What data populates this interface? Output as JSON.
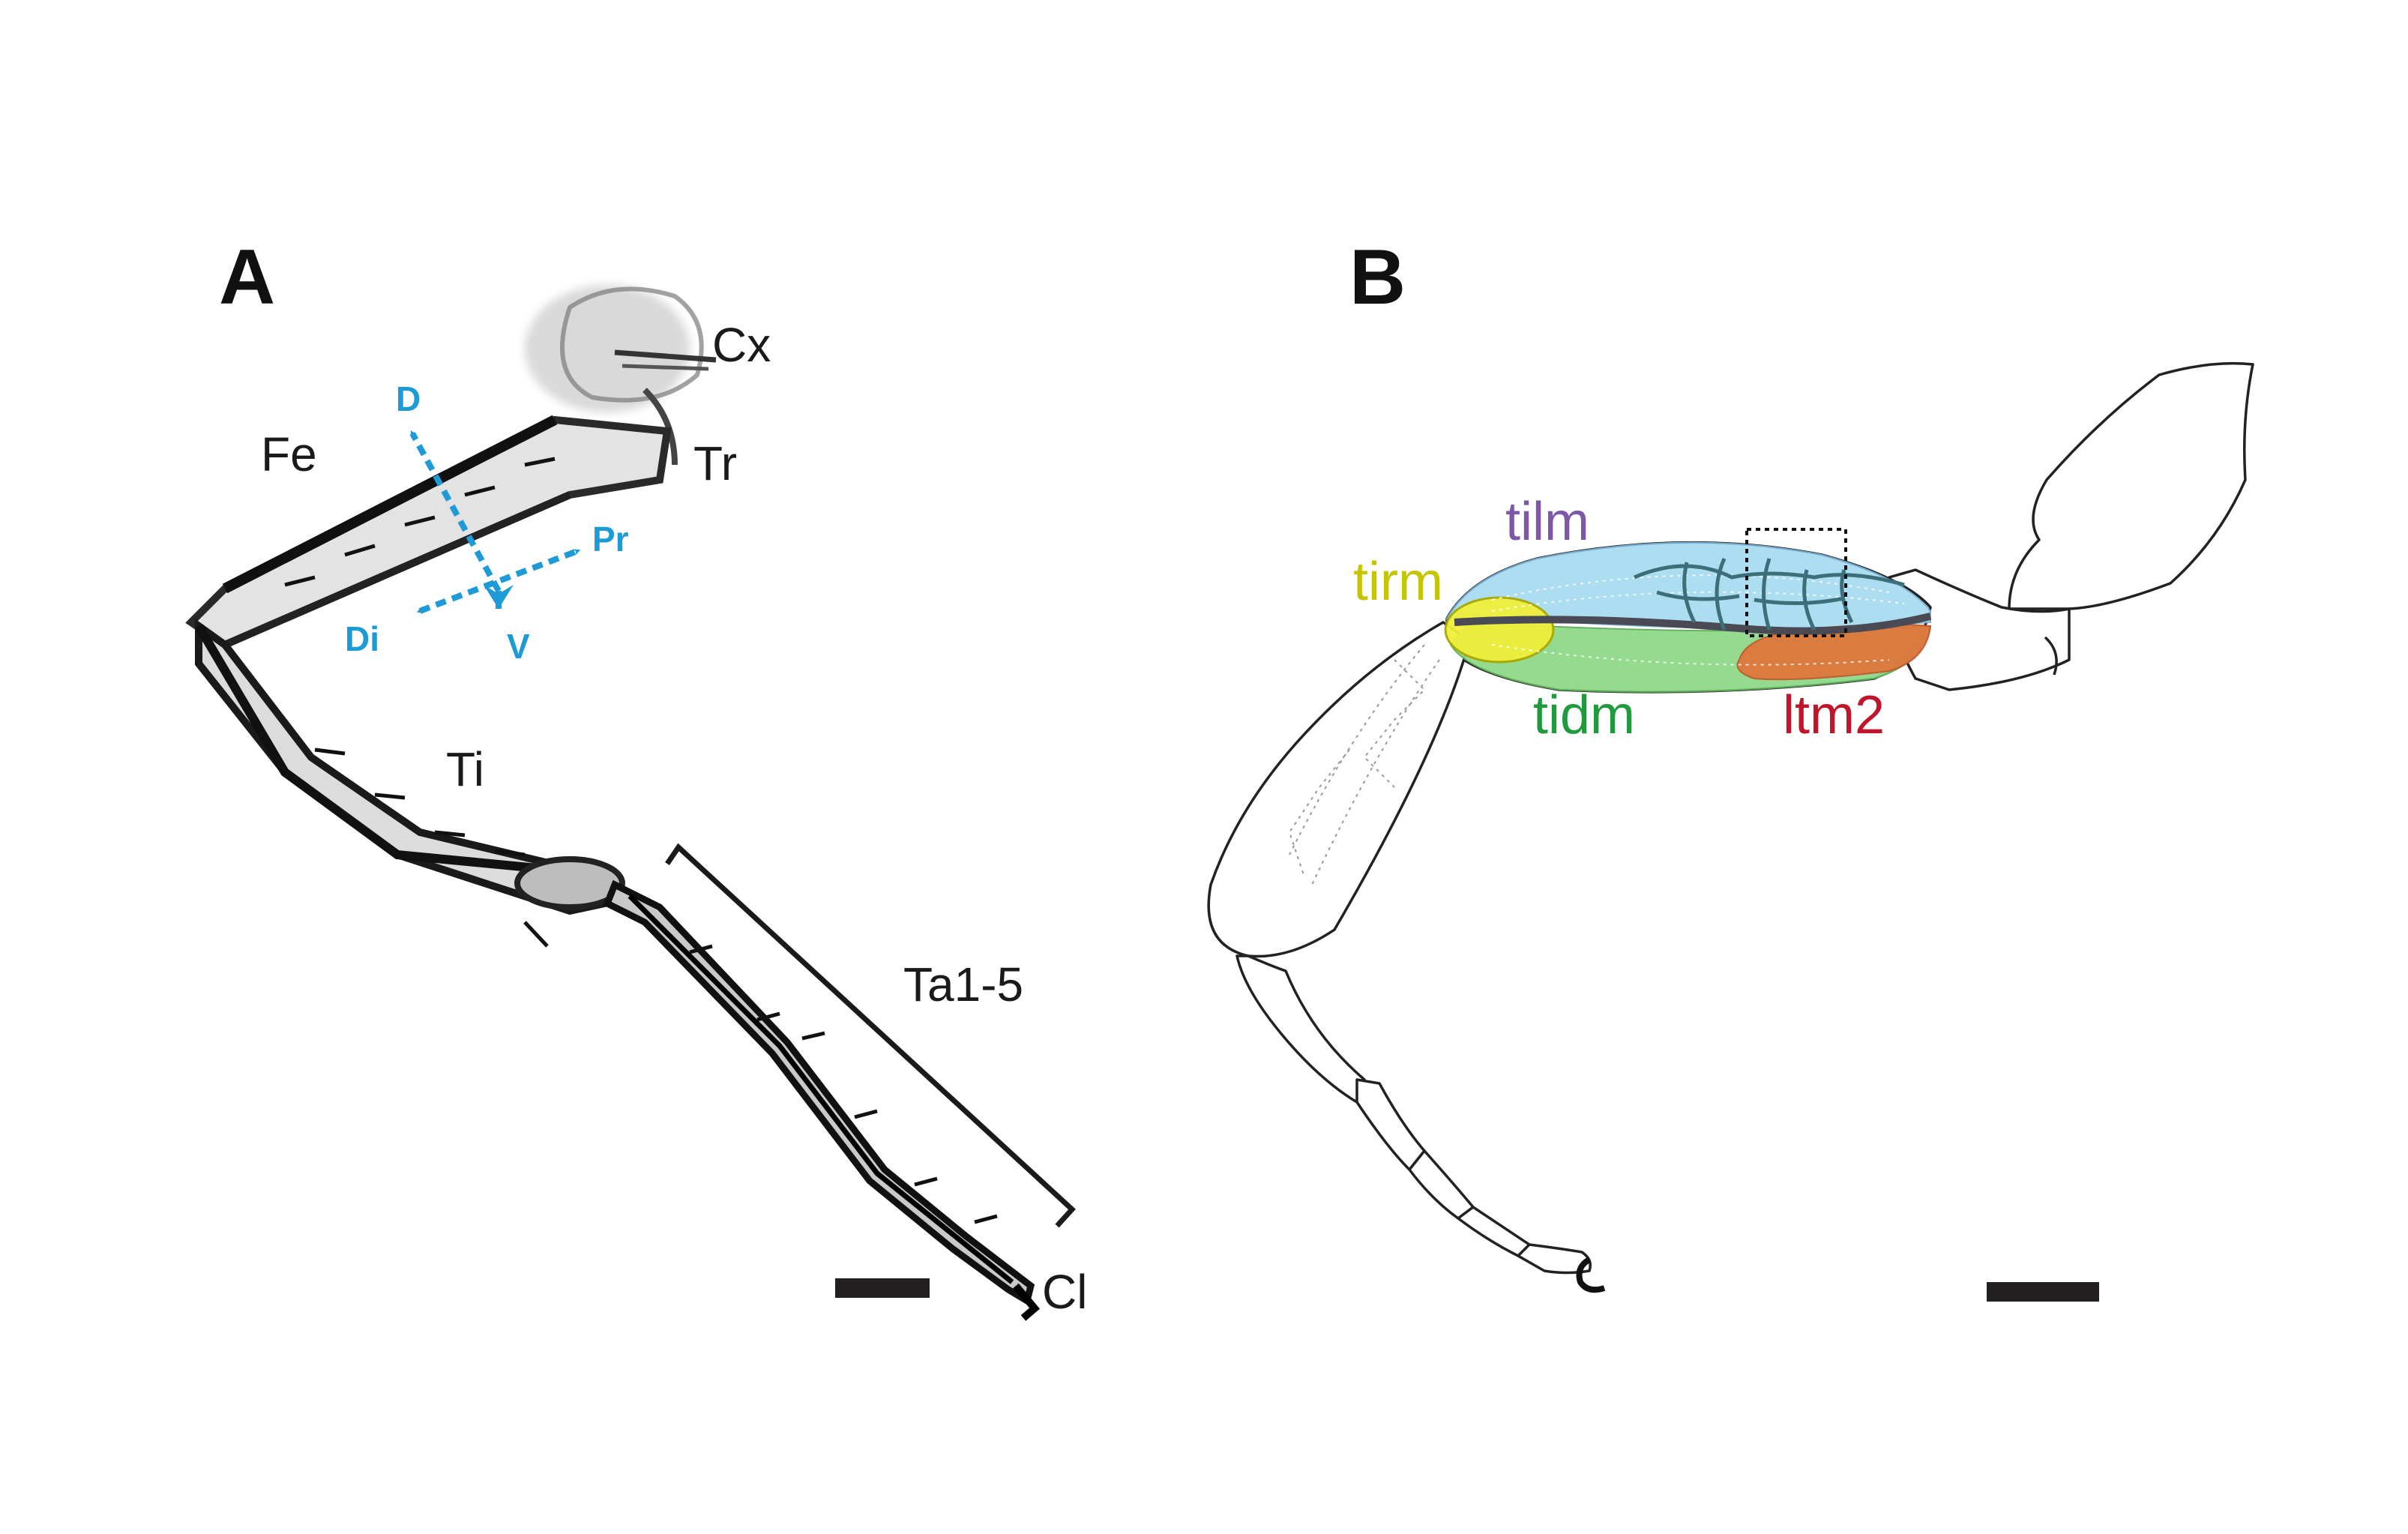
{
  "colors": {
    "axis_blue": "#1e9ad6",
    "tilm": "#7d57a8",
    "tirm": "#c6c600",
    "tidm": "#1f9a3c",
    "ltm2": "#c0162b",
    "tilm_fill": "#a9dcf1",
    "tirm_fill": "#f0ef3a",
    "tidm_fill": "#8fd98a",
    "ltm2_fill": "#e0733a",
    "tendon": "#4a4a55",
    "trachea": "#3c6f7a"
  },
  "panel_a": {
    "letter": "A",
    "labels": {
      "cx": "Cx",
      "tr": "Tr",
      "fe": "Fe",
      "ti": "Ti",
      "ta": "Ta1-5",
      "cl": "Cl"
    },
    "axes": {
      "d": "D",
      "pr": "Pr",
      "di": "Di",
      "v": "V"
    },
    "icons": [
      "leg-photo-icon",
      "scale-bar-icon",
      "tarsus-bracket-icon"
    ]
  },
  "panel_b": {
    "letter": "B",
    "muscles": {
      "tilm": "tilm",
      "tirm": "tirm",
      "tidm": "tidm",
      "ltm2": "ltm2"
    },
    "icons": [
      "leg-outline-icon",
      "inset-box-icon",
      "scale-bar-icon"
    ]
  }
}
